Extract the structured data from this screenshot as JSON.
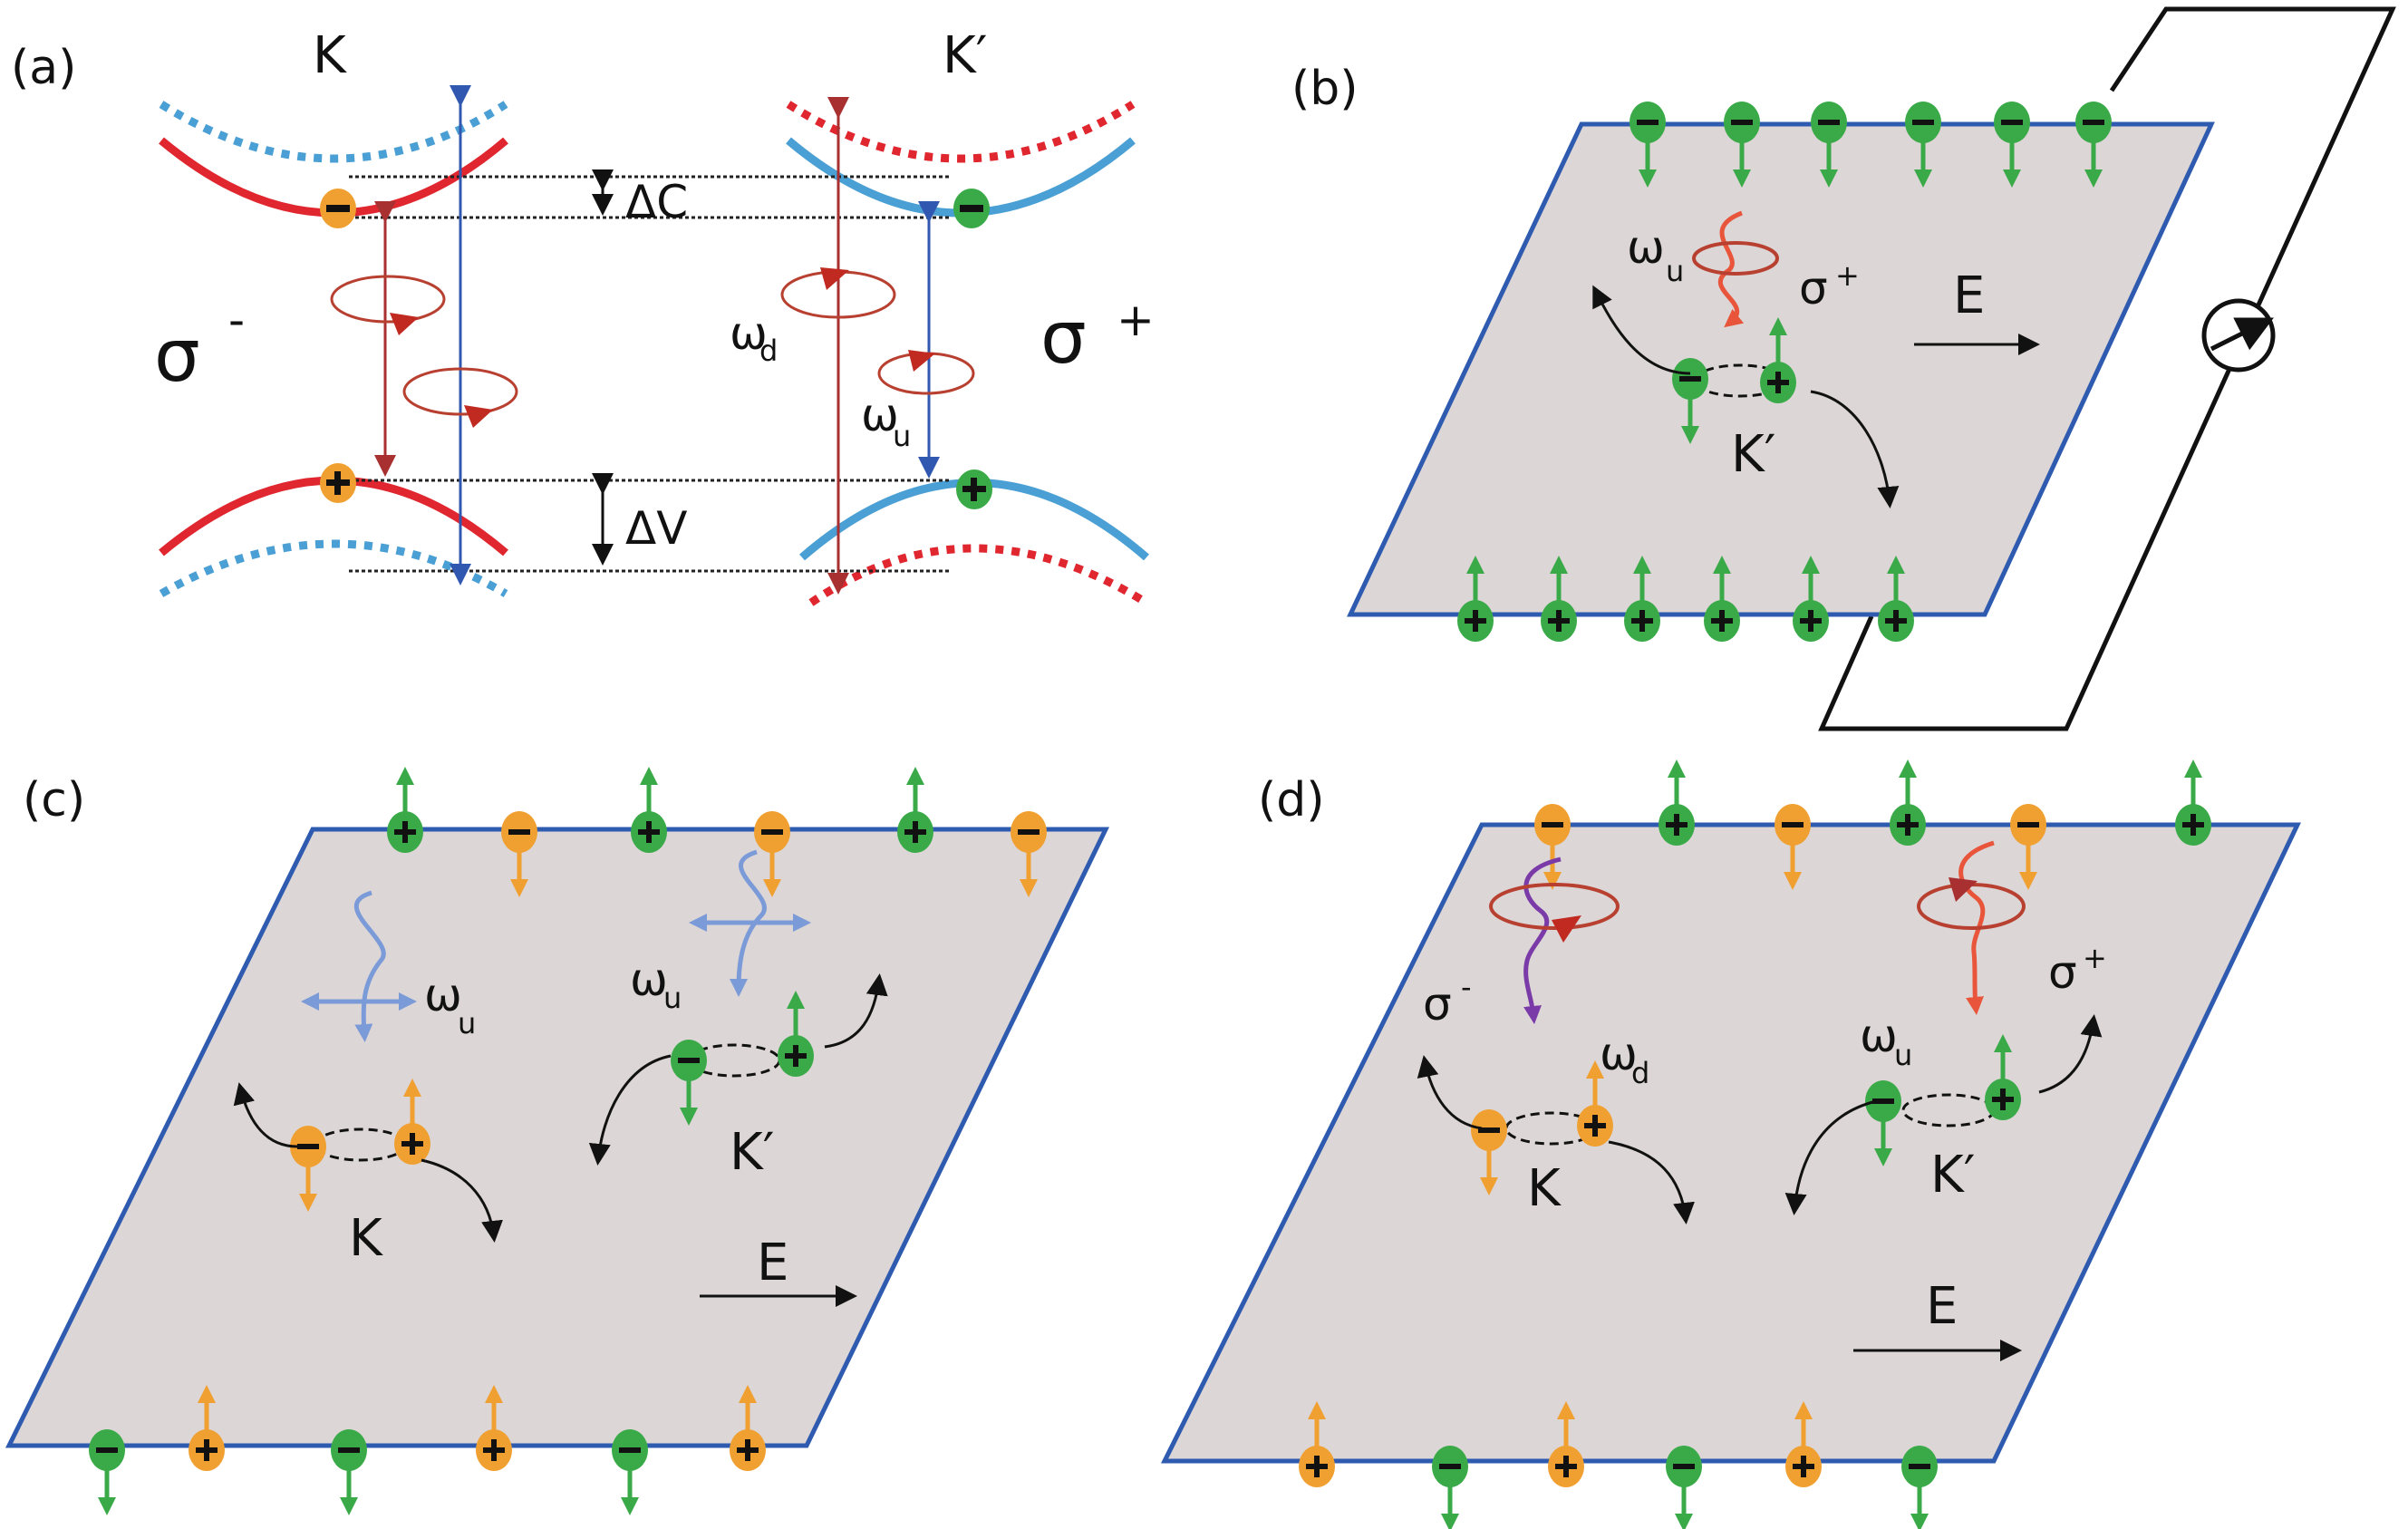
{
  "figure": {
    "panels": {
      "a": {
        "label": "(a)",
        "valley_left": "K",
        "valley_right": "K′",
        "delta_c": "ΔC",
        "delta_v": "ΔV",
        "sigma_left": "σ",
        "sigma_left_sup": "-",
        "sigma_right": "σ",
        "sigma_right_sup": "+",
        "omega": "ω",
        "omega_d_sub": "d",
        "omega_u_sub": "u"
      },
      "b": {
        "label": "(b)",
        "omega": "ω",
        "omega_sub": "u",
        "sigma": "σ",
        "sigma_sup": "+",
        "field": "E",
        "valley": "K′",
        "top_carriers": [
          "-",
          "-",
          "-",
          "-",
          "-",
          "-"
        ],
        "bottom_carriers": [
          "+",
          "+",
          "+",
          "+",
          "+",
          "+"
        ]
      },
      "c": {
        "label": "(c)",
        "omega": "ω",
        "omega_sub": "u",
        "field": "E",
        "valley_left": "K",
        "valley_right": "K′",
        "top_carriers": [
          "+",
          "-",
          "+",
          "-",
          "+",
          "-"
        ],
        "bottom_carriers": [
          "-",
          "+",
          "-",
          "+",
          "-",
          "+"
        ]
      },
      "d": {
        "label": "(d)",
        "omega": "ω",
        "omega_d_sub": "d",
        "omega_u_sub": "u",
        "sigma": "σ",
        "sigma_minus_sup": "-",
        "sigma_plus_sup": "+",
        "field": "E",
        "valley_left": "K",
        "valley_right": "K′",
        "top_carriers": [
          "-",
          "+",
          "-",
          "+",
          "-",
          "+"
        ],
        "bottom_carriers": [
          "+",
          "-",
          "+",
          "-",
          "+",
          "-"
        ]
      }
    },
    "colors": {
      "red_band": "#e0262e",
      "blue_band": "#4a9fd4",
      "orange_carrier": "#f0a030",
      "green_carrier": "#3aaa48",
      "sheet": "#dcd6d6",
      "sheet_edge": "#2e5bb0",
      "light_blue_wave": "#7b9ad8",
      "orange_red_wave": "#e8553a",
      "purple_wave": "#7a3aa8",
      "dark_red": "#a83030"
    }
  }
}
